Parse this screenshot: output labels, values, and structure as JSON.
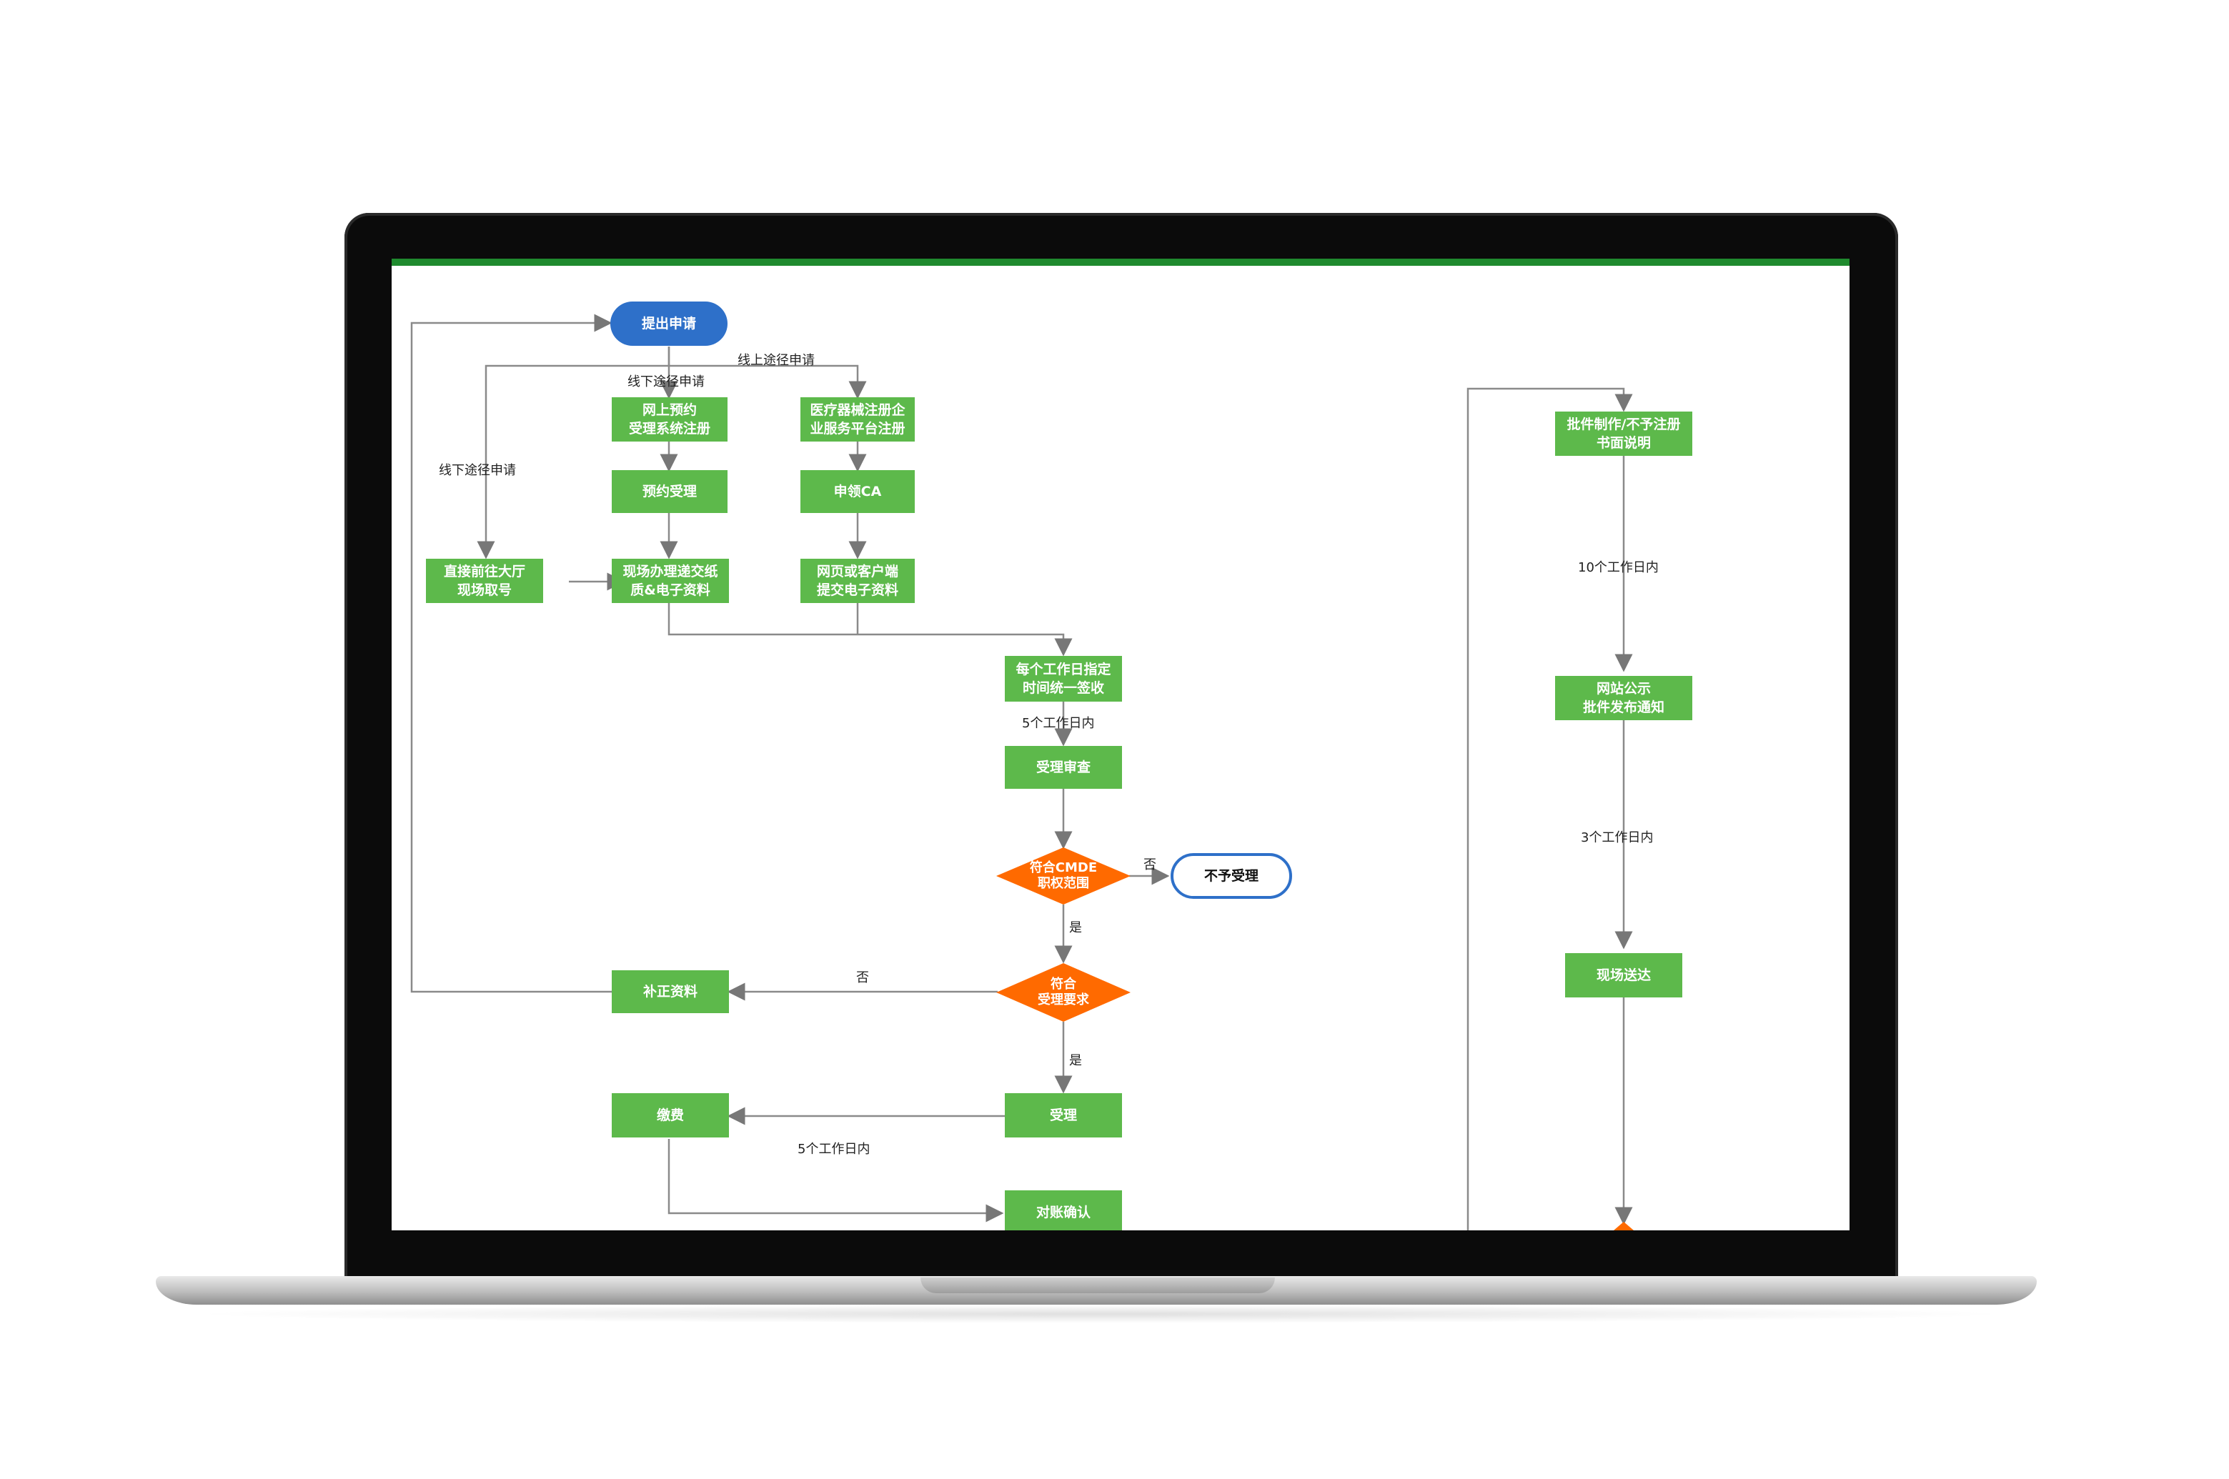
{
  "flowchart": {
    "nodes": {
      "start": "提出申请",
      "online_reserve": "网上预约\n受理系统注册",
      "device_register": "医疗器械注册企\n业服务平台注册",
      "reserve_accept": "预约受理",
      "apply_ca": "申领CA",
      "hall_queue": "直接前往大厅\n现场取号",
      "onsite_submit": "现场办理递交纸\n质&电子资料",
      "web_submit": "网页或客户端\n提交电子资料",
      "daily_sign": "每个工作日指定\n时间统一签收",
      "accept_review": "受理审查",
      "check_cmde": "符合CMDE\n职权范围",
      "reject": "不予受理",
      "check_req": "符合\n受理要求",
      "supplement": "补正资料",
      "accept": "受理",
      "pay": "缴费",
      "reconcile": "对账确认",
      "approval_doc": "批件制作/不予注册\n书面说明",
      "publish": "网站公示\n批件发布通知",
      "deliver": "现场送达"
    },
    "edge_labels": {
      "offline_top": "线下途径申请",
      "online": "线上途径申请",
      "offline_left": "线下途径申请",
      "five_days_1": "5个工作日内",
      "no_1": "否",
      "yes_1": "是",
      "no_2": "否",
      "yes_2": "是",
      "five_days_2": "5个工作日内",
      "ten_days": "10个工作日内",
      "three_days": "3个工作日内"
    },
    "colors": {
      "process": "#5db94b",
      "decision": "#ff6a00",
      "start": "#2e70c9",
      "accent_bar": "#1f8a2e"
    }
  }
}
